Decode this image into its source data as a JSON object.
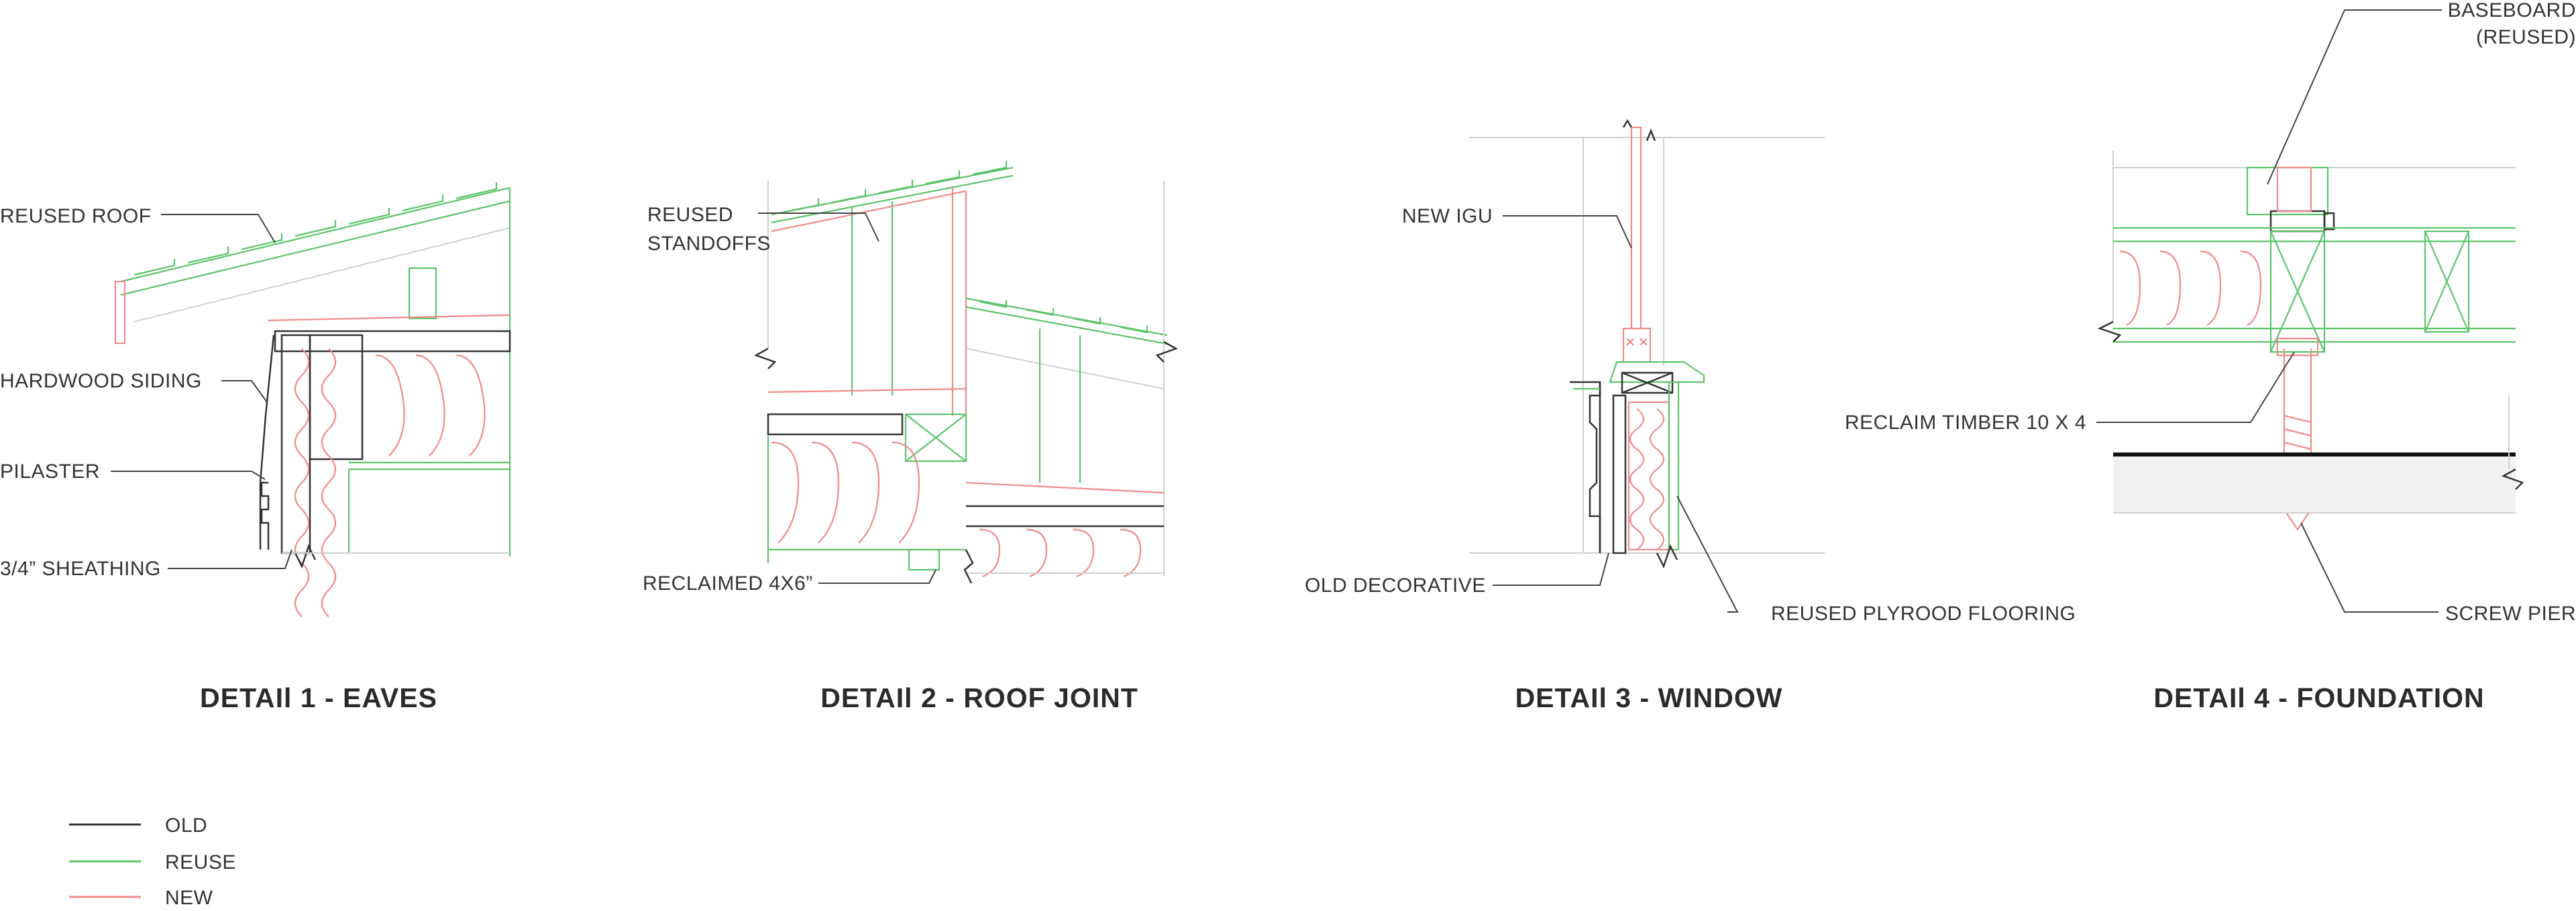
{
  "details": [
    {
      "title": "DETAIl 1 - EAVES",
      "labels": [
        "REUSED ROOF",
        "HARDWOOD SIDING",
        "PILASTER",
        "3/4” SHEATHING"
      ]
    },
    {
      "title": "DETAIl 2 - ROOF JOINT",
      "labels": [
        "REUSED",
        "STANDOFFS",
        "RECLAIMED 4X6”"
      ]
    },
    {
      "title": "DETAIl 3 - WINDOW",
      "labels": [
        "NEW IGU",
        "OLD DECORATIVE",
        "REUSED PLYROOD FLOORING"
      ]
    },
    {
      "title": "DETAIl 4 - FOUNDATION",
      "labels": [
        "BASEBOARD",
        "(REUSED)",
        "RECLAIM TIMBER 10 X 4",
        "SCREW PIER"
      ]
    }
  ],
  "legend": {
    "items": [
      {
        "label": "OLD",
        "color": "#333333"
      },
      {
        "label": "REUSE",
        "color": "#5cc46a"
      },
      {
        "label": "NEW",
        "color": "#f08a8a"
      }
    ]
  }
}
